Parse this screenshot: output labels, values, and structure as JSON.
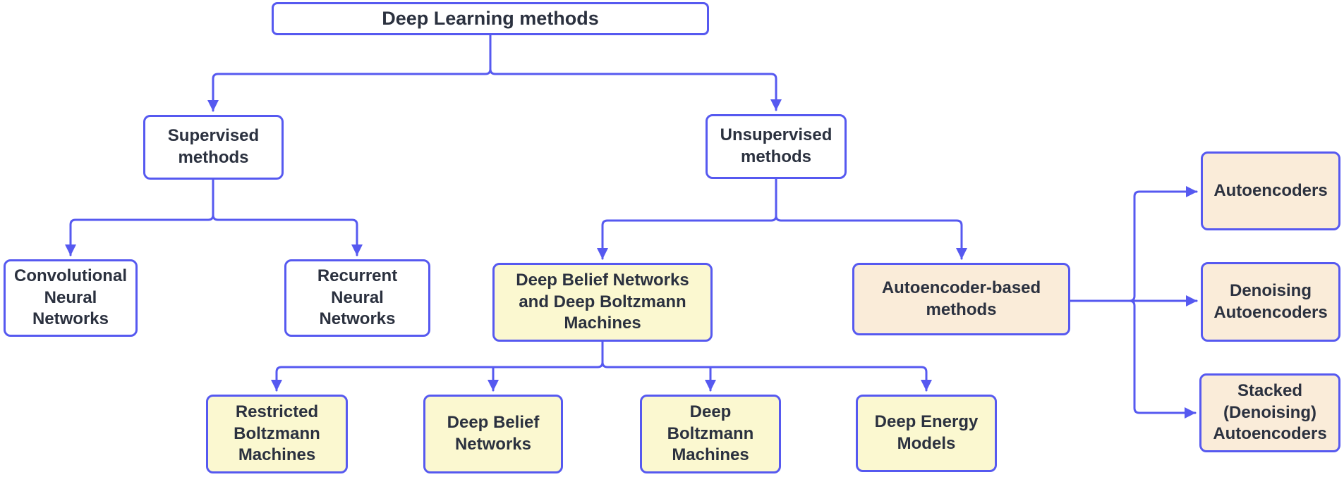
{
  "figure": {
    "type": "flowchart",
    "background": "#ffffff"
  },
  "colors": {
    "connector": "#5659f0",
    "node_border": "#5659f0",
    "text": "#2b313f",
    "fill_white": "#ffffff",
    "fill_yellow": "#fbf8d0",
    "fill_peach": "#faecd9"
  },
  "diagram": {
    "nodes": {
      "root": {
        "label": "Deep Learning methods",
        "fill": "white"
      },
      "supervised": {
        "label": "Supervised methods",
        "fill": "white"
      },
      "unsupervised": {
        "label": "Unsupervised methods",
        "fill": "white"
      },
      "cnn": {
        "label": "Convolutional Neural Networks",
        "fill": "white"
      },
      "rnn": {
        "label": "Recurrent Neural Networks",
        "fill": "white"
      },
      "dbn_dbm": {
        "label": "Deep Belief Networks and Deep Boltzmann Machines",
        "fill": "yellow"
      },
      "ae_based": {
        "label": "Autoencoder-based methods",
        "fill": "peach"
      },
      "rbm": {
        "label": "Restricted Boltzmann Machines",
        "fill": "yellow"
      },
      "dbn": {
        "label": "Deep Belief Networks",
        "fill": "yellow"
      },
      "dbm": {
        "label": "Deep Boltzmann Machines",
        "fill": "yellow"
      },
      "dem": {
        "label": "Deep Energy Models",
        "fill": "yellow"
      },
      "ae": {
        "label": "Autoencoders",
        "fill": "peach"
      },
      "dae": {
        "label": "Denoising Autoencoders",
        "fill": "peach"
      },
      "sae": {
        "label": "Stacked (Denoising) Autoencoders",
        "fill": "peach"
      }
    },
    "edges": [
      {
        "from": "root",
        "to": "supervised"
      },
      {
        "from": "root",
        "to": "unsupervised"
      },
      {
        "from": "supervised",
        "to": "cnn"
      },
      {
        "from": "supervised",
        "to": "rnn"
      },
      {
        "from": "unsupervised",
        "to": "dbn_dbm"
      },
      {
        "from": "unsupervised",
        "to": "ae_based"
      },
      {
        "from": "dbn_dbm",
        "to": "rbm"
      },
      {
        "from": "dbn_dbm",
        "to": "dbn"
      },
      {
        "from": "dbn_dbm",
        "to": "dbm"
      },
      {
        "from": "dbn_dbm",
        "to": "dem"
      },
      {
        "from": "ae_based",
        "to": "ae"
      },
      {
        "from": "ae_based",
        "to": "dae"
      },
      {
        "from": "ae_based",
        "to": "sae"
      }
    ]
  }
}
